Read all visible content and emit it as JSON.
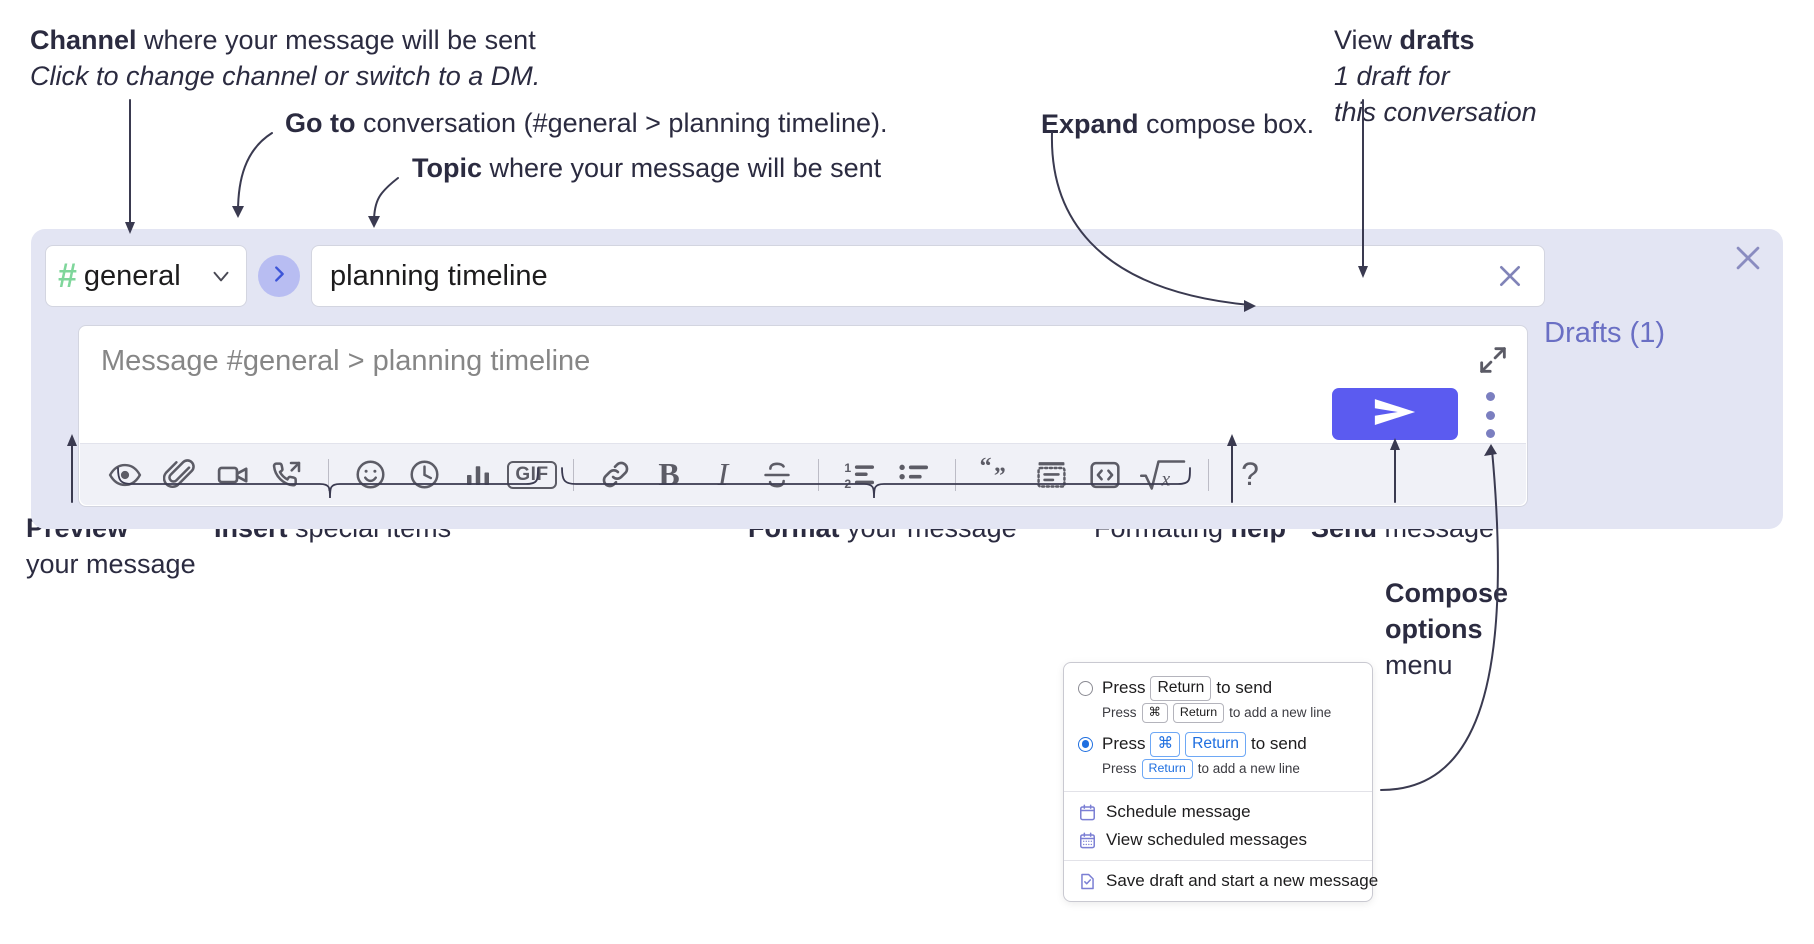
{
  "annotations": {
    "channel": {
      "bold": "Channel",
      "rest": " where your message will be sent",
      "italic": "Click to change channel or switch to a DM."
    },
    "goto": {
      "bold": "Go to",
      "rest": " conversation (#general > planning timeline)."
    },
    "topic": {
      "bold": "Topic",
      "rest": " where your message will be sent"
    },
    "expand": {
      "bold": "Expand",
      "rest": " compose box."
    },
    "drafts": {
      "prefix": "View ",
      "bold": "drafts",
      "italic1": "1 draft for",
      "italic2": "this conversation"
    },
    "preview": {
      "bold": "Preview",
      "rest": "your message"
    },
    "insert": {
      "bold": "Insert",
      "rest": " special items"
    },
    "format": {
      "bold": "Format",
      "rest": " your message"
    },
    "help": {
      "prefix": "Formatting ",
      "bold": "help"
    },
    "send": {
      "bold": "Send",
      "rest": " message"
    },
    "compose_options": {
      "bold1": "Compose",
      "bold2": "options",
      "rest": "menu"
    }
  },
  "compose": {
    "channel_name": "general",
    "hash_symbol": "#",
    "hash_color": "#7fd69b",
    "topic_value": "planning timeline",
    "message_placeholder": "Message #general > planning timeline",
    "drafts_label": "Drafts (1)",
    "accent_color": "#5b5bf0",
    "panel_bg": "#e3e5f3",
    "icons": {
      "goto": "chevron-right-icon",
      "channel_chevron": "chevron-down-icon",
      "topic_clear": "close-icon",
      "expand": "expand-icon",
      "panel_close": "close-icon",
      "send": "send-paper-plane-icon",
      "kebab": "more-vertical-icon"
    },
    "toolbar": [
      {
        "name": "preview-icon",
        "label": "Preview"
      },
      {
        "name": "attachment-paperclip-icon",
        "label": "Attach file"
      },
      {
        "name": "video-camera-icon",
        "label": "Video"
      },
      {
        "name": "phone-forward-icon",
        "label": "Call"
      },
      {
        "name": "separator",
        "label": ""
      },
      {
        "name": "emoji-smiley-icon",
        "label": "Emoji"
      },
      {
        "name": "clock-icon",
        "label": "Reminder"
      },
      {
        "name": "bar-chart-icon",
        "label": "Poll"
      },
      {
        "name": "gif-icon",
        "label": "GIF"
      },
      {
        "name": "separator",
        "label": ""
      },
      {
        "name": "link-icon",
        "label": "Link"
      },
      {
        "name": "bold-icon",
        "label": "B"
      },
      {
        "name": "italic-icon",
        "label": "I"
      },
      {
        "name": "strikethrough-icon",
        "label": "Strikethrough"
      },
      {
        "name": "separator",
        "label": ""
      },
      {
        "name": "ordered-list-icon",
        "label": "Numbered list"
      },
      {
        "name": "bulleted-list-icon",
        "label": "Bulleted list"
      },
      {
        "name": "separator",
        "label": ""
      },
      {
        "name": "blockquote-icon",
        "label": "Blockquote"
      },
      {
        "name": "code-block-icon",
        "label": "Code block"
      },
      {
        "name": "code-icon",
        "label": "Code"
      },
      {
        "name": "math-sqrt-icon",
        "label": "Math"
      },
      {
        "name": "separator",
        "label": ""
      },
      {
        "name": "help-question-icon",
        "label": "?"
      }
    ]
  },
  "options_menu": {
    "radio_options": [
      {
        "selected": false,
        "main": {
          "press": "Press",
          "keys": [
            "Return"
          ],
          "suffix": "to send"
        },
        "sub": {
          "press": "Press",
          "keys": [
            "⌘",
            "Return"
          ],
          "suffix": "to add a new line"
        }
      },
      {
        "selected": true,
        "main": {
          "press": "Press",
          "keys": [
            "⌘",
            "Return"
          ],
          "suffix": "to send"
        },
        "sub": {
          "press": "Press",
          "keys": [
            "Return"
          ],
          "suffix": "to add a new line"
        }
      }
    ],
    "items": [
      {
        "icon": "calendar-schedule-icon",
        "label": "Schedule message"
      },
      {
        "icon": "calendar-list-icon",
        "label": "View scheduled messages"
      },
      {
        "icon": "save-draft-icon",
        "label": "Save draft and start a new message"
      }
    ],
    "divider_after_index": 1
  }
}
